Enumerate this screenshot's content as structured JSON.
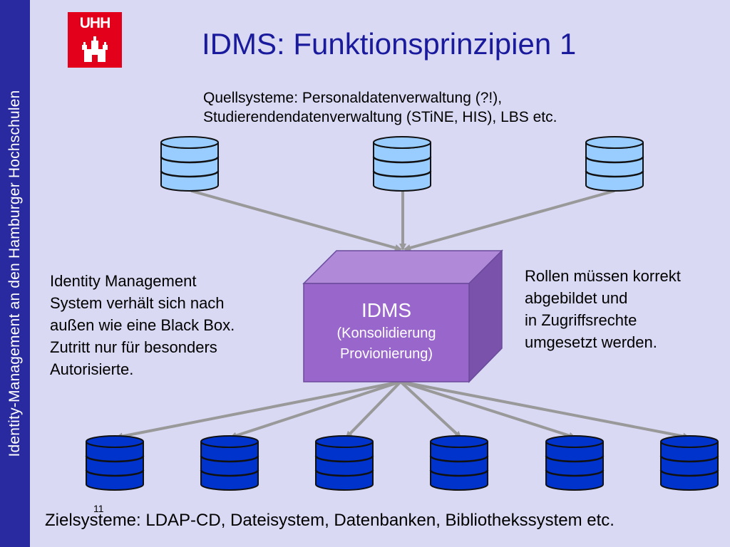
{
  "sidebar": {
    "label": "Identity-Management an den Hamburger Hochschulen"
  },
  "logo": {
    "text": "UHH",
    "color": "#e2001a"
  },
  "title": "IDMS: Funktionsprinzipien 1",
  "sources": {
    "line1": "Quellsysteme: Personaldatenverwaltung (?!),",
    "line2": "Studierendendatenverwaltung (STiNE, HIS), LBS etc.",
    "color": "#99ccff",
    "count": 3
  },
  "idms_box": {
    "title": "IDMS",
    "line1": "(Konsolidierung",
    "line2": "Provionierung)",
    "color": "#9966cc"
  },
  "left_note": {
    "lines": [
      "Identity Management",
      "System verhält sich nach",
      "außen wie eine Black Box.",
      "Zutritt nur für besonders",
      "Autorisierte."
    ]
  },
  "right_note": {
    "lines": [
      "Rollen müssen korrekt",
      "abgebildet und",
      "in Zugriffsrechte",
      "umgesetzt werden."
    ]
  },
  "targets": {
    "text": "Zielsysteme: LDAP-CD, Dateisystem, Datenbanken, Bibliothekssystem etc.",
    "color": "#0033cc",
    "count": 6
  },
  "page_number": "11"
}
